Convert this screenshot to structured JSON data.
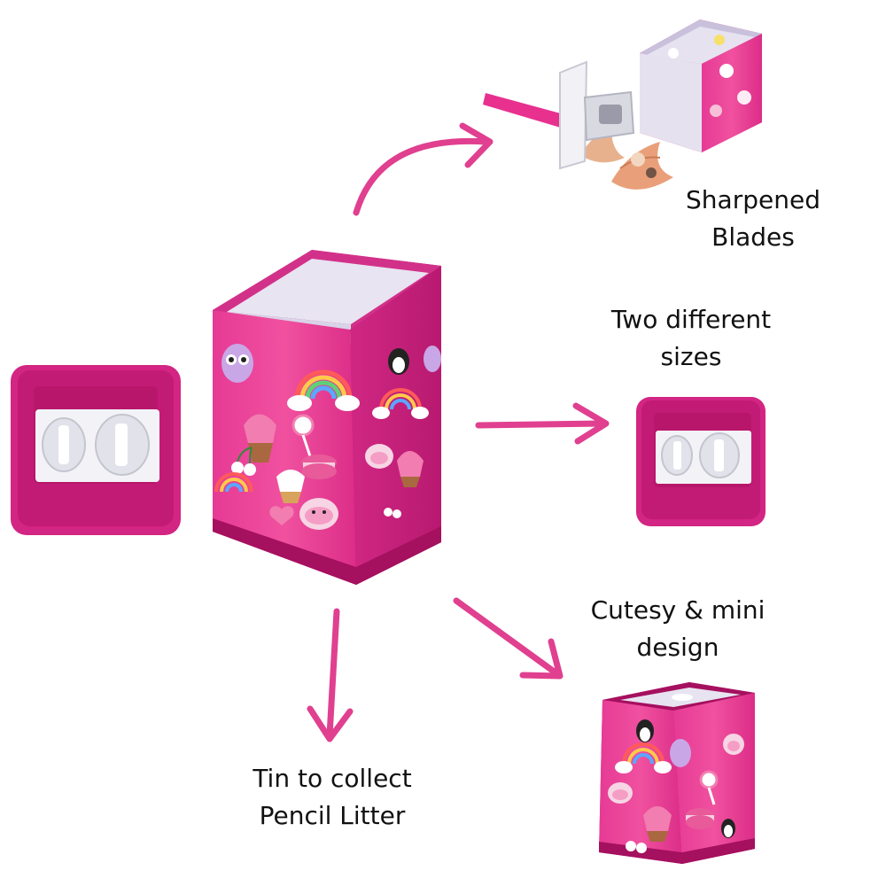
{
  "captions": {
    "blades": {
      "line1": "Sharpened",
      "line2": "Blades"
    },
    "sizes": {
      "line1": "Two different",
      "line2": "sizes"
    },
    "design": {
      "line1": "Cutesy & mini",
      "line2": "design"
    },
    "tin": {
      "line1": "Tin to collect",
      "line2": "Pencil Litter"
    }
  },
  "colors": {
    "tin_pink": "#e8308f",
    "tin_dark": "#b8166a",
    "arrow_pink": "#e0408f",
    "interior": "#e9e6f2",
    "white": "#ffffff"
  },
  "icons": [
    "owl-icon",
    "penguin-icon",
    "rainbow-icon",
    "cupcake-icon",
    "lollipop-icon",
    "donut-icon",
    "macaron-icon",
    "cherry-icon",
    "heart-icon"
  ]
}
